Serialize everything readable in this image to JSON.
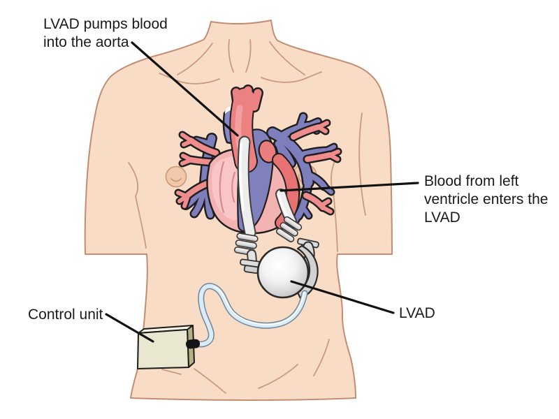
{
  "diagram": {
    "labels": {
      "pump_to_aorta": {
        "lines": [
          "LVAD pumps blood",
          "into the aorta"
        ]
      },
      "ventricle_to_lvad": {
        "lines": [
          "Blood from left",
          "ventricle enters the",
          "LVAD"
        ]
      },
      "lvad": {
        "text": "LVAD"
      },
      "control_unit": {
        "text": "Control unit"
      }
    },
    "colors": {
      "background": "#ffffff",
      "skin": "#f9dcc6",
      "skin_outline": "#c28d72",
      "skin_contour": "#c99a80",
      "nipple": "#f2c8ab",
      "heart_pink": "#f4b3b3",
      "heart_pink_light": "#f8c6c6",
      "aorta_red": "#ec8181",
      "ventricle_red": "#e87272",
      "vessel_blue": "#7e7ebc",
      "vessel_salmon": "#ef8d8d",
      "cannula_grey": "#ededed",
      "pump_metal": "#ababab",
      "driveline_blue": "#d9ecf8",
      "driveline_outline": "#6f8698",
      "control_unit_front": "#eae7d0",
      "control_unit_side": "#b5b083",
      "control_unit_top": "#f6f4e4",
      "leader_line": "#111111",
      "text": "#1a1a1a"
    }
  }
}
